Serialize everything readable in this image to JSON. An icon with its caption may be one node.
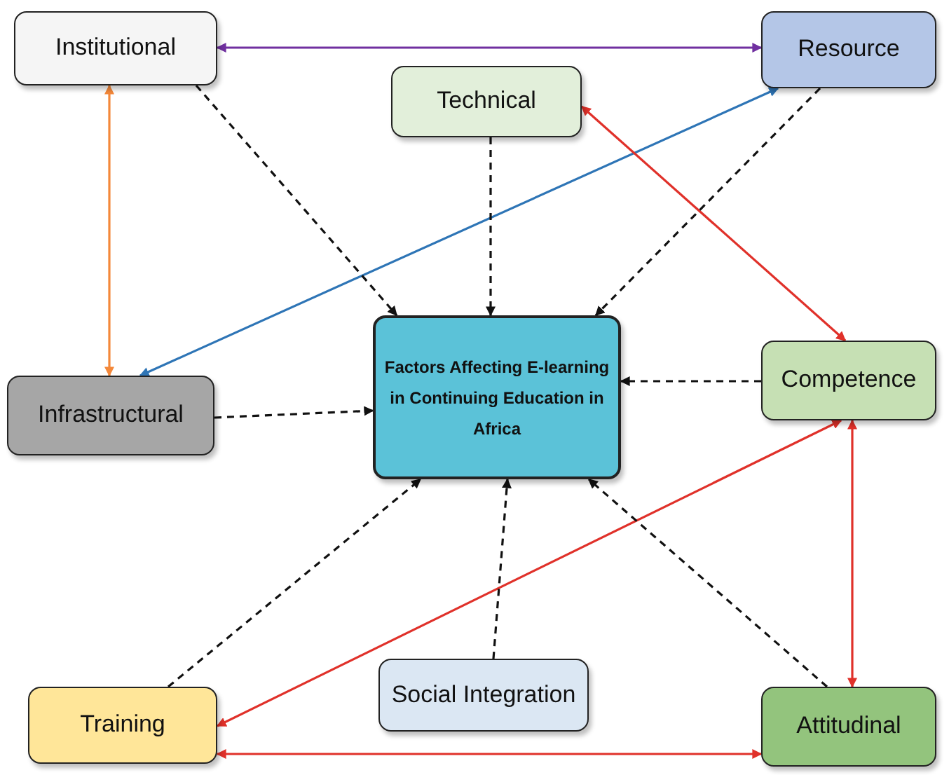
{
  "diagram": {
    "nodes": [
      {
        "text": [
          "Institutional"
        ]
      },
      {
        "text": [
          "Resource"
        ]
      },
      {
        "text": [
          "Technical"
        ]
      },
      {
        "text": [
          "Factors Affecting E-learning in Continuing Education in Africa"
        ]
      },
      {
        "text": [
          "Infrastructural"
        ]
      },
      {
        "text": [
          "Competence"
        ]
      },
      {
        "text": [
          "Training"
        ]
      },
      {
        "text": [
          "Social Integration"
        ]
      },
      {
        "text": [
          "Attitudinal"
        ]
      }
    ],
    "edges": [
      {
        "from": 0,
        "to": 1,
        "arrow": "both",
        "color": "#7030a0"
      },
      {
        "from": 0,
        "to": 4,
        "arrow": "both",
        "color": "#f4883a"
      },
      {
        "from": 1,
        "to": 4,
        "arrow": "both",
        "color": "#2e75b6"
      },
      {
        "from": 2,
        "to": 5,
        "arrow": "both",
        "color": "#e0312a"
      },
      {
        "from": 5,
        "to": 6,
        "arrow": "both",
        "color": "#e0312a"
      },
      {
        "from": 5,
        "to": 8,
        "arrow": "both",
        "color": "#e0312a"
      },
      {
        "from": 6,
        "to": 8,
        "arrow": "both",
        "color": "#e0312a"
      },
      {
        "from": 0,
        "to": 3,
        "arrow": "to",
        "style": "dashed"
      },
      {
        "from": 2,
        "to": 3,
        "arrow": "to",
        "style": "dashed"
      },
      {
        "from": 1,
        "to": 3,
        "arrow": "to",
        "style": "dashed"
      },
      {
        "from": 4,
        "to": 3,
        "arrow": "to",
        "style": "dashed"
      },
      {
        "from": 5,
        "to": 3,
        "arrow": "to",
        "style": "dashed"
      },
      {
        "from": 6,
        "to": 3,
        "arrow": "to",
        "style": "dashed"
      },
      {
        "from": 7,
        "to": 3,
        "arrow": "to",
        "style": "dashed"
      },
      {
        "from": 8,
        "to": 3,
        "arrow": "to",
        "style": "dashed"
      }
    ]
  }
}
